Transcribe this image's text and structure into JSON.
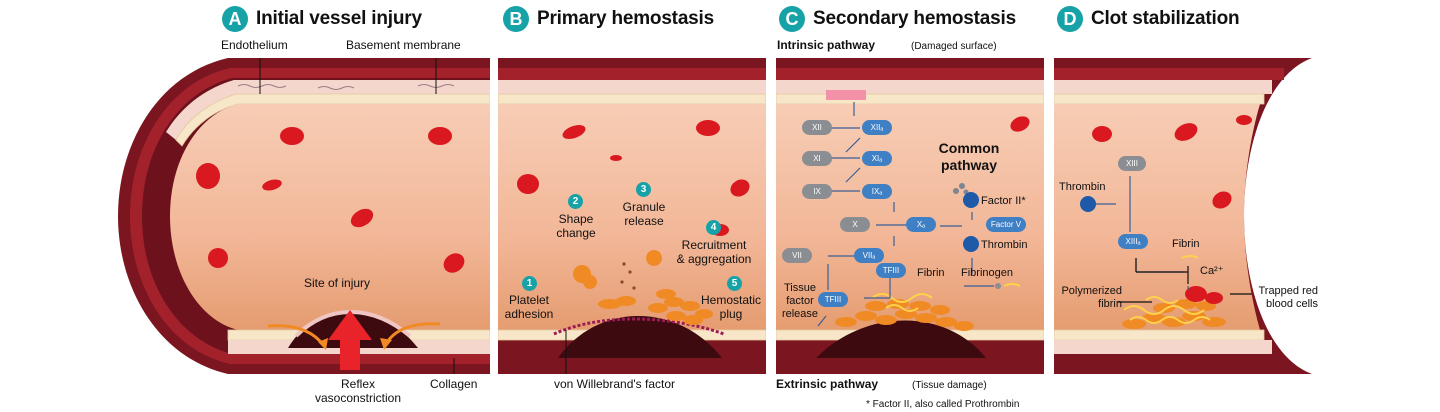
{
  "panels": [
    {
      "letter": "A",
      "title": "Initial vessel injury"
    },
    {
      "letter": "B",
      "title": "Primary hemostasis"
    },
    {
      "letter": "C",
      "title": "Secondary hemostasis"
    },
    {
      "letter": "D",
      "title": "Clot stabilization"
    }
  ],
  "panelA": {
    "endothelium": "Endothelium",
    "basement": "Basement membrane",
    "site": "Site of injury",
    "reflex_line1": "Reflex",
    "reflex_line2": "vasoconstriction",
    "collagen": "Collagen"
  },
  "panelB": {
    "steps": [
      {
        "num": "1",
        "line1": "Platelet",
        "line2": "adhesion"
      },
      {
        "num": "2",
        "line1": "Shape",
        "line2": "change"
      },
      {
        "num": "3",
        "line1": "Granule",
        "line2": "release"
      },
      {
        "num": "4",
        "line1": "Recruitment",
        "line2": "& aggregation"
      },
      {
        "num": "5",
        "line1": "Hemostatic",
        "line2": "plug"
      }
    ],
    "vwf": "von Willebrand's factor"
  },
  "panelC": {
    "intrinsic": "Intrinsic pathway",
    "intrinsic_note": "(Damaged surface)",
    "extrinsic": "Extrinsic pathway",
    "extrinsic_note": "(Tissue damage)",
    "common_line1": "Common",
    "common_line2": "pathway",
    "factors": {
      "xii": "XII",
      "xiia": "XIIₐ",
      "xi": "XI",
      "xia": "XIₐ",
      "ix": "IX",
      "ixa": "IXₐ",
      "x": "X",
      "xa": "Xₐ",
      "vii": "VII",
      "viia": "VIIₐ",
      "tfiii_a": "TFIII",
      "tfiii_b": "TFIII",
      "factor_v": "Factor V"
    },
    "factor_ii": "Factor II*",
    "thrombin": "Thrombin",
    "fibrinogen": "Fibrinogen",
    "fibrin": "Fibrin",
    "tissue_line1": "Tissue",
    "tissue_line2": "factor",
    "tissue_line3": "release",
    "footnote": "* Factor II, also called Prothrombin"
  },
  "panelD": {
    "xiii": "XIII",
    "xiiia": "XIIIₐ",
    "thrombin": "Thrombin",
    "fibrin": "Fibrin",
    "ca": "Ca²⁺",
    "poly_line1": "Polymerized",
    "poly_line2": "fibrin",
    "trapped_line1": "Trapped red",
    "trapped_line2": "blood cells"
  },
  "colors": {
    "teal": "#17a2a8",
    "wall": "#7b1520",
    "lumen": "#f2b79a",
    "rbc": "#d9191f",
    "platelet": "#f08a24",
    "factor_active": "#3f7fc4",
    "factor_inactive": "#8a8d91"
  }
}
